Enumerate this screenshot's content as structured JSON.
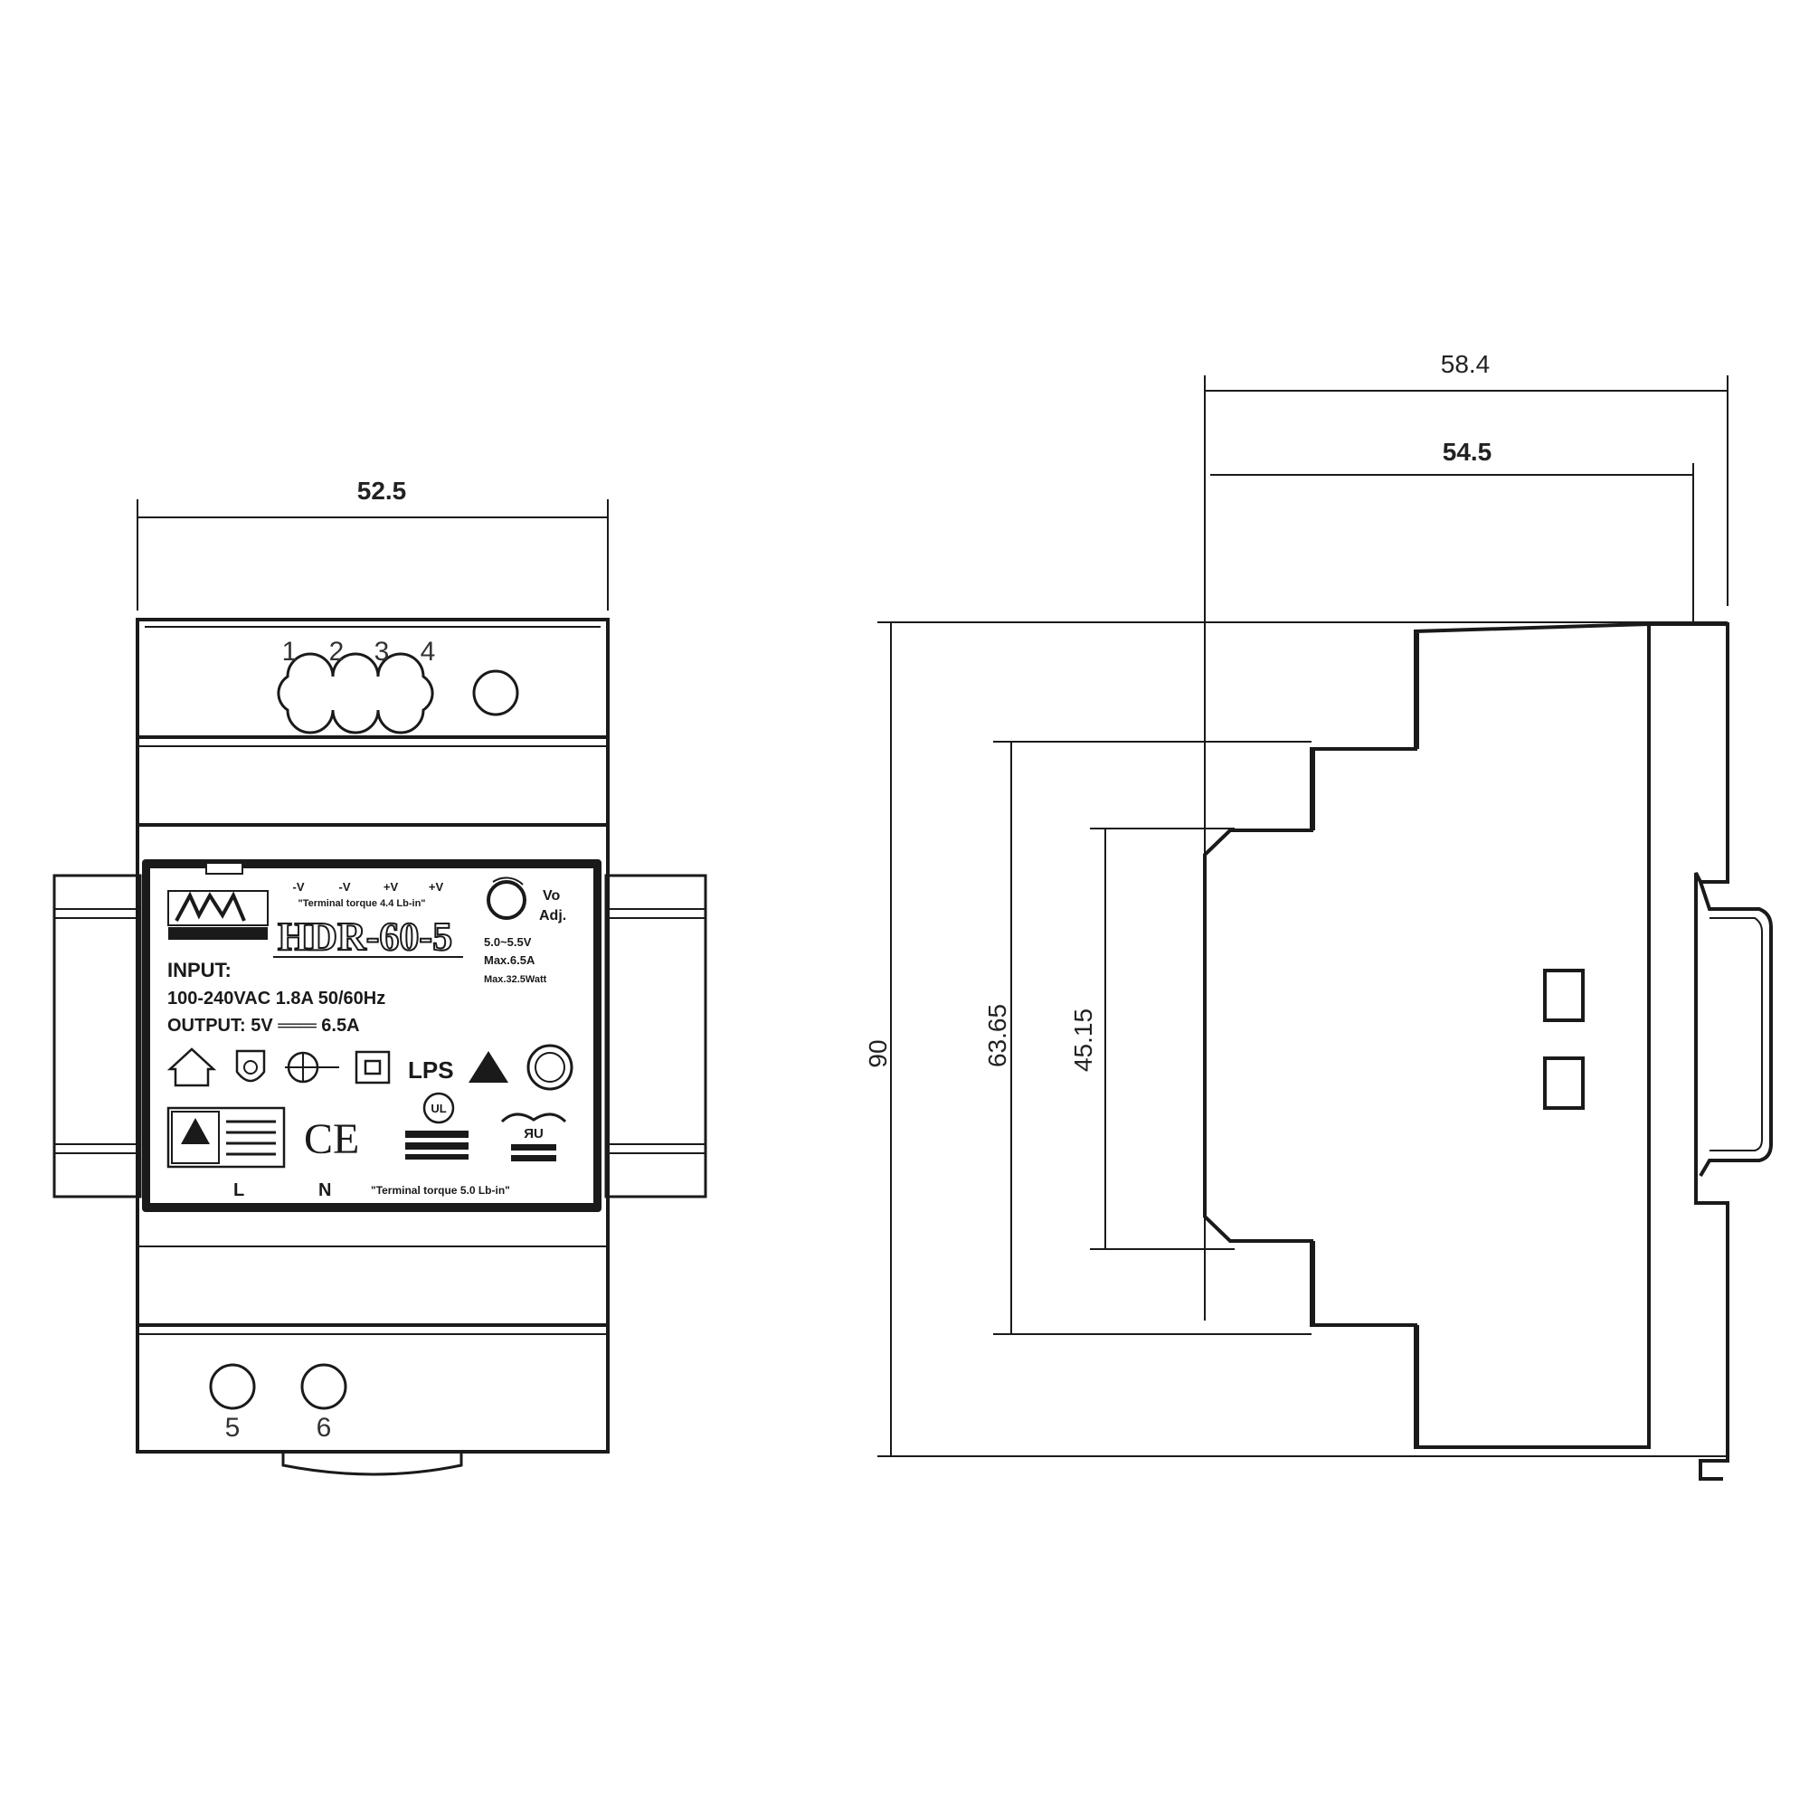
{
  "front_view": {
    "width_dim": "52.5",
    "top_terminals": [
      "1",
      "2",
      "3",
      "4"
    ],
    "bottom_terminals": [
      "5",
      "6"
    ],
    "label": {
      "top_terminal_signs": [
        "-V",
        "-V",
        "+V",
        "+V"
      ],
      "torque_top": "\"Terminal torque 4.4 Lb-in\"",
      "model": "HDR-60-5",
      "vo_adj": [
        "Vo",
        "Adj."
      ],
      "output_range": [
        "5.0~5.5V",
        "Max.6.5A",
        "Max.32.5Watt"
      ],
      "input_heading": "INPUT:",
      "input_spec": "100-240VAC  1.8A  50/60Hz",
      "output_spec": "OUTPUT: 5V ═══ 6.5A",
      "lps": "LPS",
      "ce": "CE",
      "terminal_L": "L",
      "terminal_N": "N",
      "torque_bottom": "\"Terminal torque 5.0 Lb-in\""
    }
  },
  "side_view": {
    "depth_overall": "58.4",
    "depth_body": "54.5",
    "height_overall": "90",
    "height_step": "63.65",
    "height_front": "45.15"
  }
}
